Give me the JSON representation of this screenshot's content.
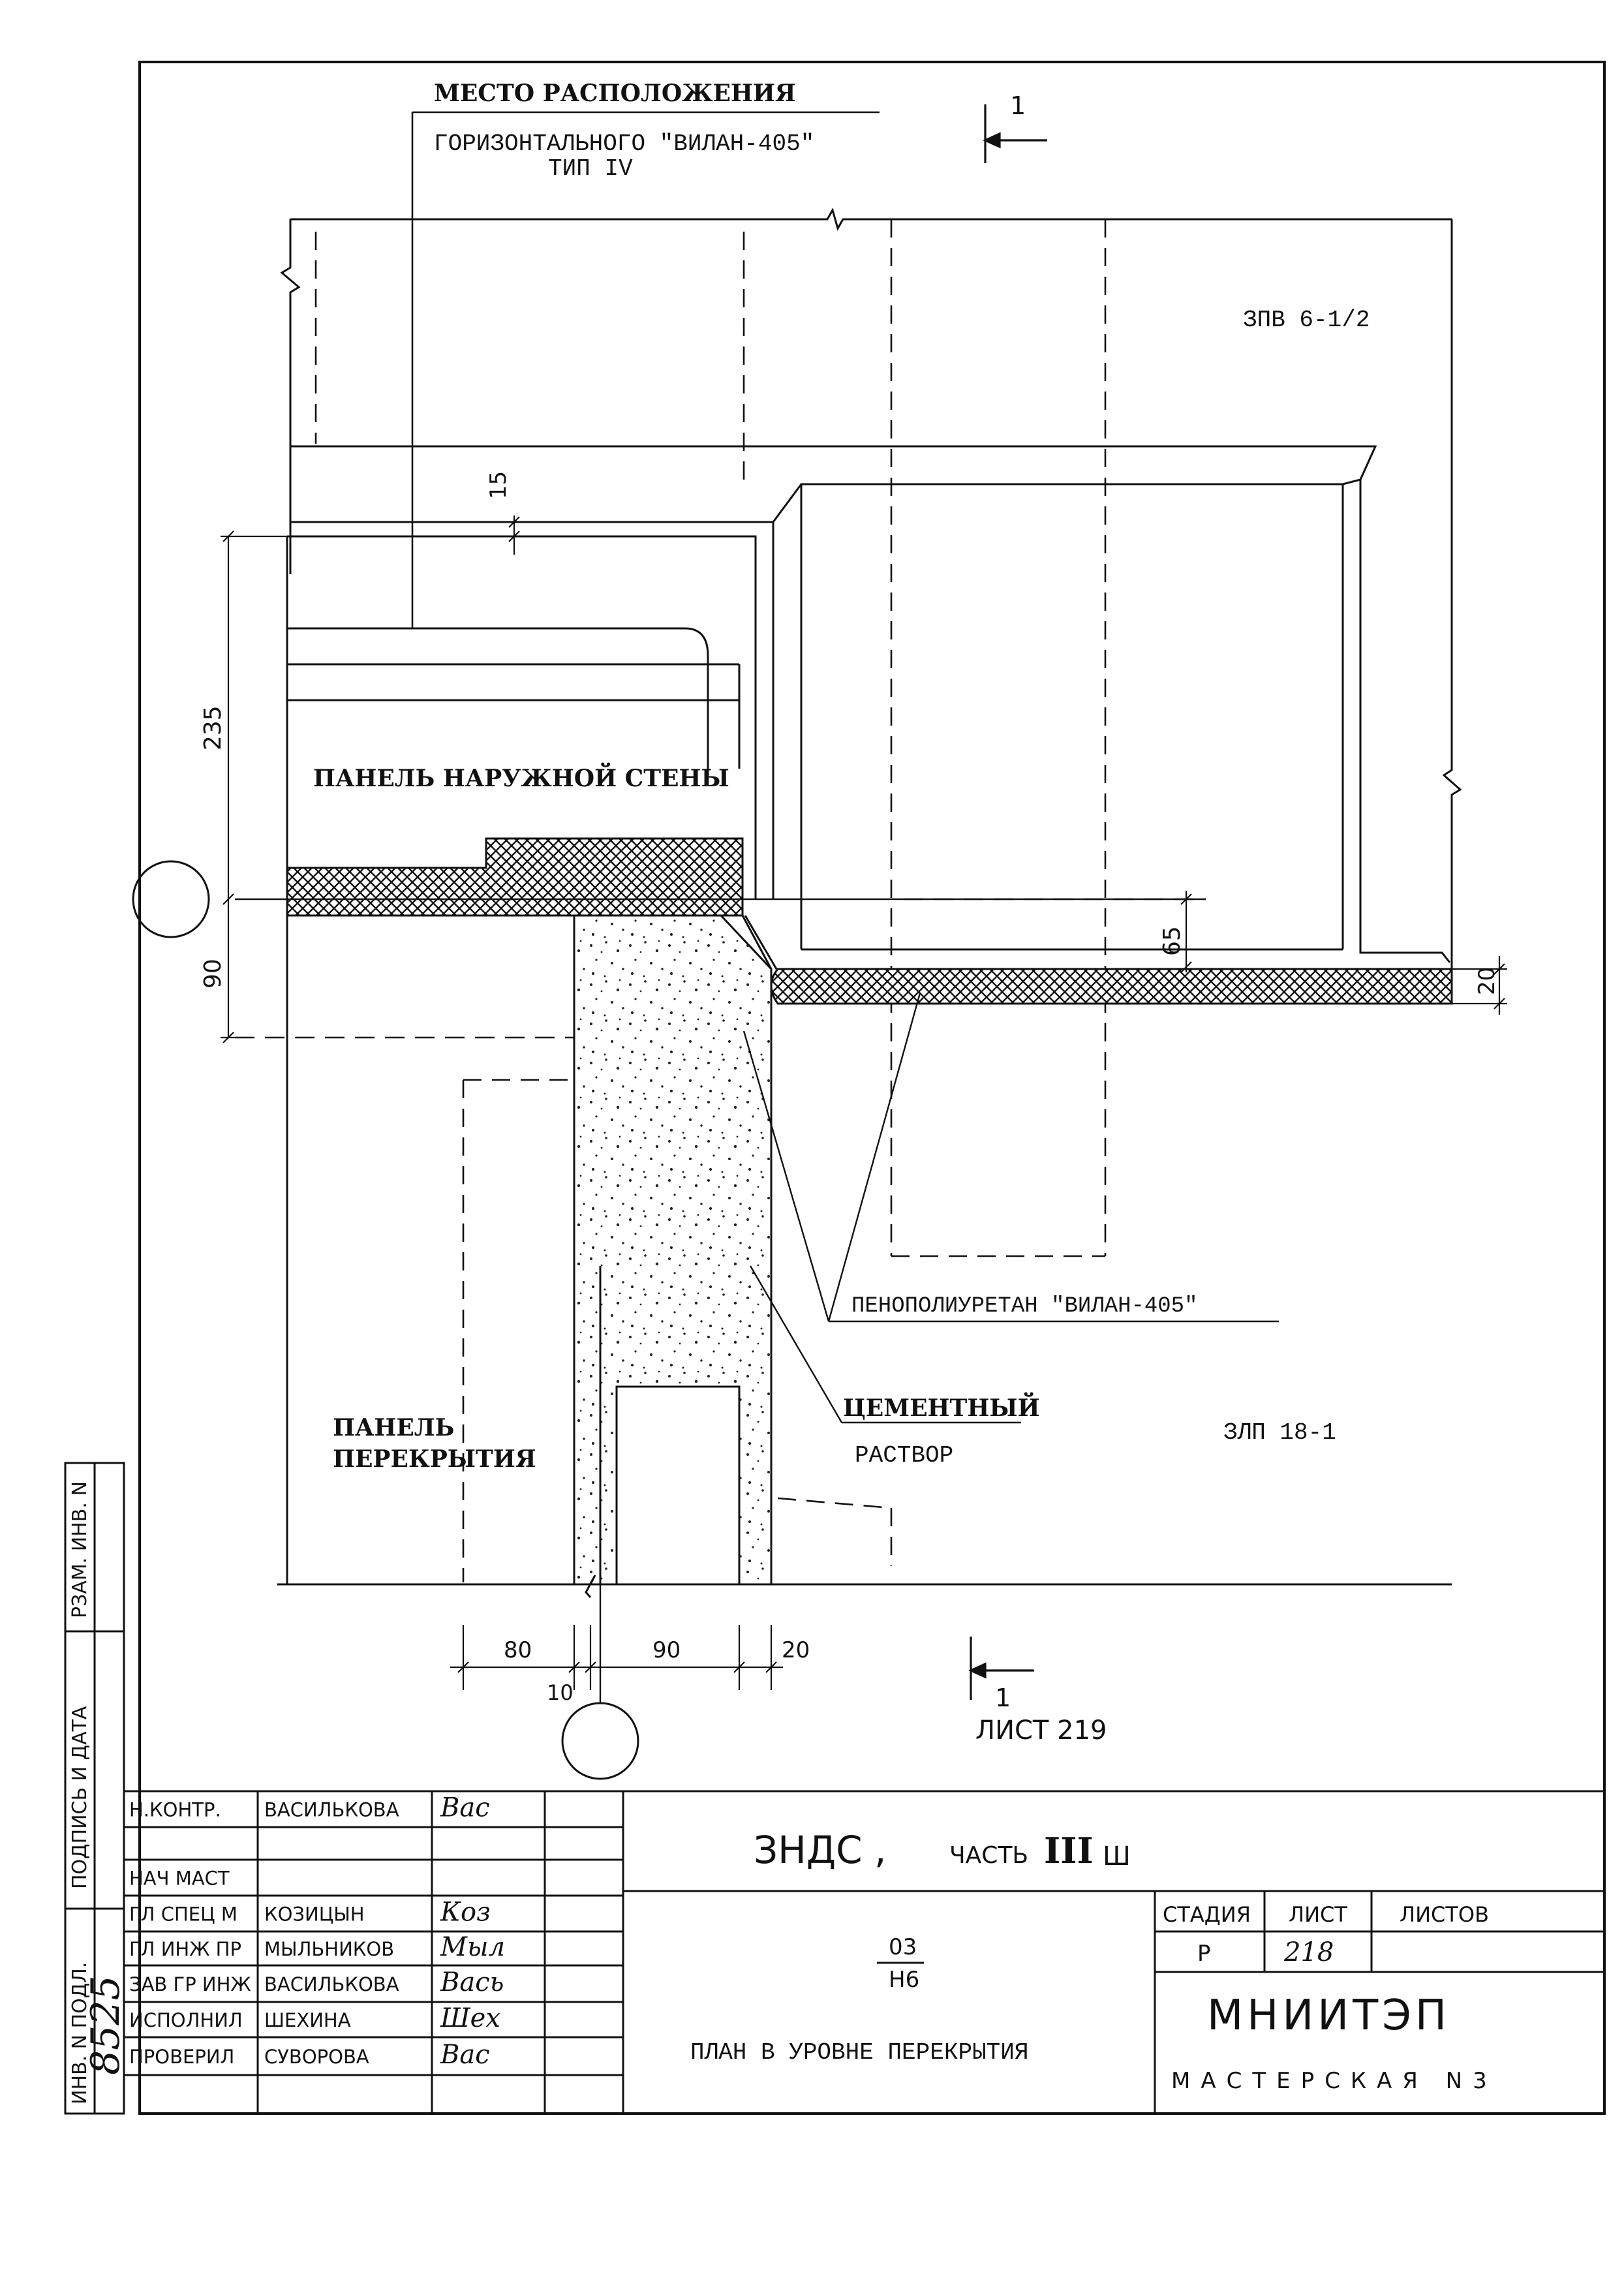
{
  "labels": {
    "location_line1": "МЕСТО РАСПОЛОЖЕНИЯ",
    "location_line2": "ГОРИЗОНТАЛЬНОГО \"ВИЛАН-405\"",
    "location_line3": "ТИП IV",
    "panel_zpv": "ЗПВ 6-1/2",
    "panel_outer_wall": "ПАНЕЛЬ НАРУЖНОЙ СТЕНЫ",
    "panel_floor_line1": "ПАНЕЛЬ",
    "panel_floor_line2": "ПЕРЕКРЫТИЯ",
    "panel_zlp": "ЗЛП 18-1",
    "foam": "ПЕНОПОЛИУРЕТАН \"ВИЛАН-405\"",
    "cement_line1": "ЦЕМЕНТНЫЙ",
    "cement_line2": "РАСТВОР"
  },
  "section_marks": {
    "top_number": "1",
    "bottom_number": "1",
    "bottom_sheet_ref": "ЛИСТ 219"
  },
  "dimensions": {
    "d15": "15",
    "d235": "235",
    "d90_vertical": "90",
    "d65": "65",
    "d20_vertical": "20",
    "d80": "80",
    "d90_horizontal": "90",
    "d20_horizontal": "20",
    "d10": "10"
  },
  "side_stamp": {
    "replace_inv": "РЗАМ. ИНВ. N",
    "signature_date": "ПОДПИСЬ И ДАТА",
    "inv_original": "ИНВ. N ПОДЛ.",
    "inv_number": "8525"
  },
  "title_block": {
    "document_code": "ЗНДС ,",
    "part_label": "ЧАСТЬ",
    "part_number": "III",
    "part_suffix": "Ш",
    "drawing_number_top": "03",
    "drawing_number_bottom": "Н6",
    "drawing_title": "ПЛАН В УРОВНЕ ПЕРЕКРЫТИЯ",
    "stage_header": "СТАДИЯ",
    "sheet_header": "ЛИСТ",
    "sheets_header": "ЛИСТОВ",
    "stage_value": "Р",
    "sheet_value": "218",
    "organization": "МНИИТЭП",
    "workshop": "МАСТЕРСКАЯ N3",
    "staff": [
      {
        "role": "Н.КОНТР.",
        "name": "ВАСИЛЬКОВА",
        "signature": "Вас"
      },
      {
        "role": "",
        "name": "",
        "signature": ""
      },
      {
        "role": "НАЧ МАСТ",
        "name": "",
        "signature": ""
      },
      {
        "role": "ГЛ СПЕЦ М",
        "name": "КОЗИЦЫН",
        "signature": "Коз"
      },
      {
        "role": "ГЛ ИНЖ ПР",
        "name": "МЫЛЬНИКОВ",
        "signature": "Мыл"
      },
      {
        "role": "ЗАВ ГР ИНЖ",
        "name": "ВАСИЛЬКОВА",
        "signature": "Вась"
      },
      {
        "role": "ИСПОЛНИЛ",
        "name": "ШЕХИНА",
        "signature": "Шех"
      },
      {
        "role": "ПРОВЕРИЛ",
        "name": "СУВОРОВА",
        "signature": "Вас"
      }
    ]
  }
}
